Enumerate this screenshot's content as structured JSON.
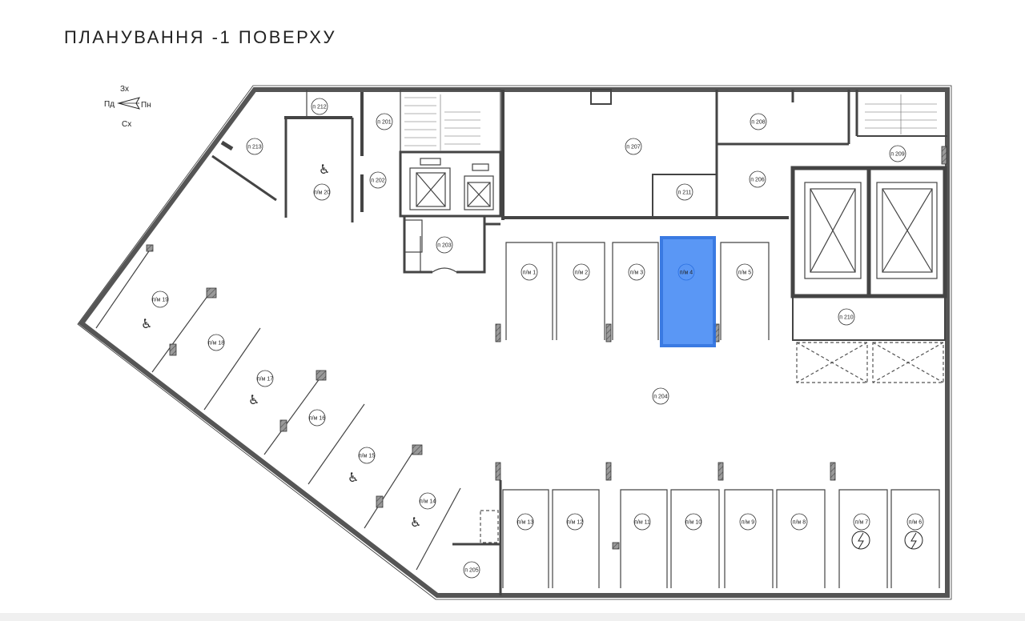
{
  "title": "ПЛАНУВАННЯ -1 ПОВЕРХУ",
  "compass": {
    "north": "Пн",
    "south": "Пд",
    "west": "Зх",
    "east": "Сх"
  },
  "selected_space": "п/м 4",
  "colors": {
    "wall": "#6e6e6e",
    "line": "#444444",
    "highlight": "#4d8ff5",
    "background": "#ffffff"
  },
  "rooms": [
    {
      "id": "r212",
      "label": "п 212"
    },
    {
      "id": "r201",
      "label": "п 201"
    },
    {
      "id": "r213",
      "label": "п 213"
    },
    {
      "id": "r202",
      "label": "п 202"
    },
    {
      "id": "r203",
      "label": "п 203"
    },
    {
      "id": "r207",
      "label": "п 207"
    },
    {
      "id": "r208",
      "label": "п 208"
    },
    {
      "id": "r209",
      "label": "п 209"
    },
    {
      "id": "r206",
      "label": "п 206"
    },
    {
      "id": "r211",
      "label": "п 211"
    },
    {
      "id": "r210",
      "label": "п 210"
    },
    {
      "id": "r204",
      "label": "п 204"
    },
    {
      "id": "r205",
      "label": "п 205"
    }
  ],
  "parking": [
    {
      "id": "pm1",
      "label": "п/м 1"
    },
    {
      "id": "pm2",
      "label": "п/м 2"
    },
    {
      "id": "pm3",
      "label": "п/м 3"
    },
    {
      "id": "pm4",
      "label": "п/м 4"
    },
    {
      "id": "pm5",
      "label": "п/м 5"
    },
    {
      "id": "pm6",
      "label": "п/м 6"
    },
    {
      "id": "pm7",
      "label": "п/м 7"
    },
    {
      "id": "pm8",
      "label": "п/м 8"
    },
    {
      "id": "pm9",
      "label": "п/м 9"
    },
    {
      "id": "pm10",
      "label": "п/м 10"
    },
    {
      "id": "pm11",
      "label": "п/м 11"
    },
    {
      "id": "pm12",
      "label": "п/м 12"
    },
    {
      "id": "pm13",
      "label": "п/м 13"
    },
    {
      "id": "pm14",
      "label": "п/м 14"
    },
    {
      "id": "pm15",
      "label": "п/м 15"
    },
    {
      "id": "pm16",
      "label": "п/м 16"
    },
    {
      "id": "pm17",
      "label": "п/м 17"
    },
    {
      "id": "pm18",
      "label": "п/м 18"
    },
    {
      "id": "pm19",
      "label": "п/м 19"
    },
    {
      "id": "pm20",
      "label": "п/м 20"
    }
  ]
}
